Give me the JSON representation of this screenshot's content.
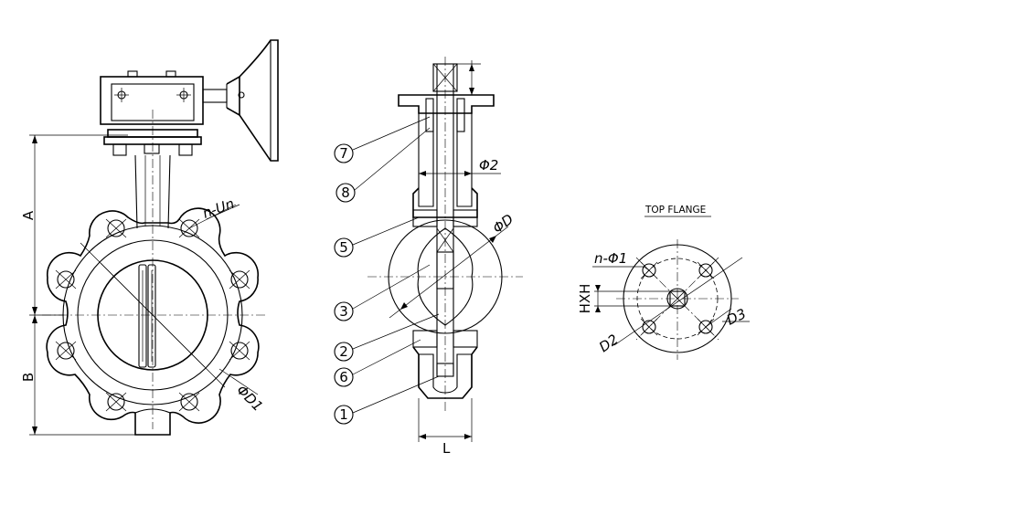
{
  "labels": {
    "dim_a": "A",
    "dim_b": "B",
    "dim_l": "L",
    "dim_n_un": "n-Un",
    "dim_d1": "ΦD1",
    "dim_d": "ΦD",
    "dim_2": "Φ2",
    "top_flange": "TOP FLANGE",
    "dim_n_d1": "n-Φ1",
    "dim_hxh": "HXH",
    "dim_d2": "D2",
    "dim_d3": "D3"
  },
  "parts": [
    "7",
    "8",
    "5",
    "3",
    "2",
    "6",
    "1"
  ]
}
